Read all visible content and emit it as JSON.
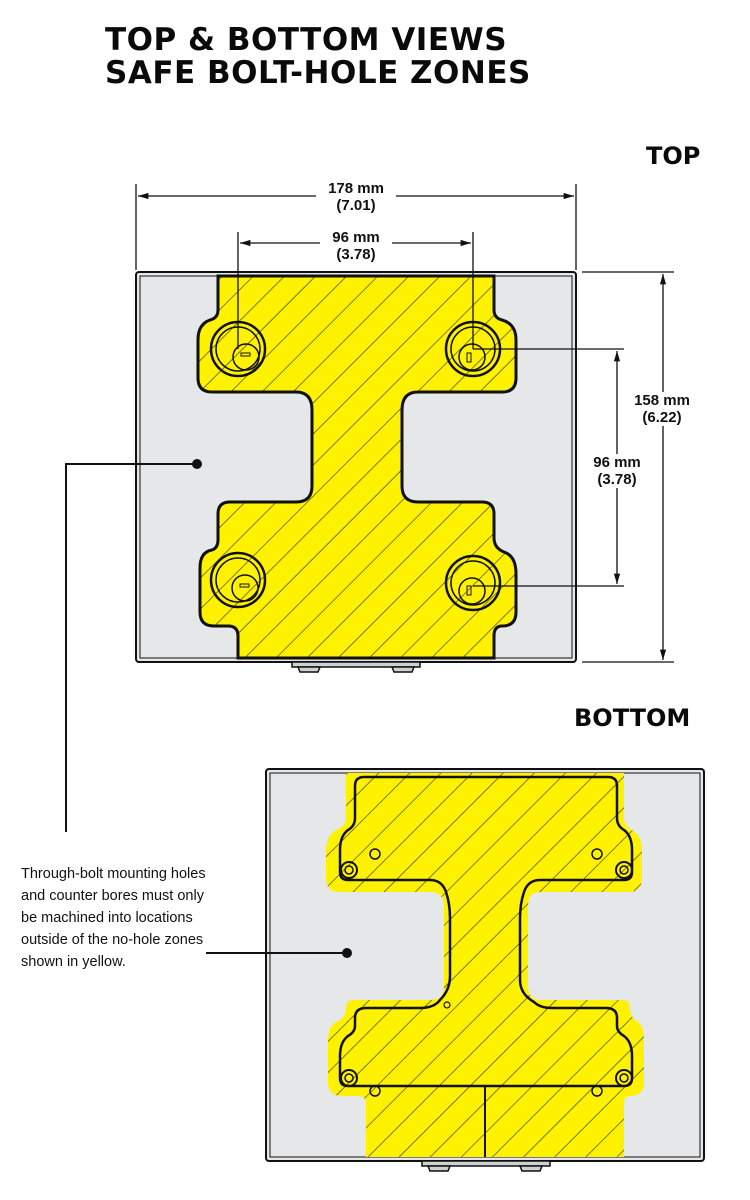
{
  "title": {
    "line1": "TOP & BOTTOM VIEWS",
    "line2": "SAFE BOLT-HOLE ZONES"
  },
  "views": {
    "top": {
      "label": "TOP"
    },
    "bottom": {
      "label": "BOTTOM"
    }
  },
  "dimensions": {
    "overall_width": {
      "mm": "178 mm",
      "in": "(7.01)"
    },
    "hole_spacing_horizontal": {
      "mm": "96 mm",
      "in": "(3.78)"
    },
    "overall_height": {
      "mm": "158 mm",
      "in": "(6.22)"
    },
    "hole_spacing_vertical": {
      "mm": "96 mm",
      "in": "(3.78)"
    }
  },
  "note": {
    "text": "Through-bolt mounting holes and counter bores must only be machined into locations outside of the no-hole zones shown in yellow."
  },
  "colors": {
    "no_hole_zone": "#fff200",
    "safe_zone": "#e6e7e8",
    "outline": "#111111",
    "hatch": "#3a3a1a"
  }
}
